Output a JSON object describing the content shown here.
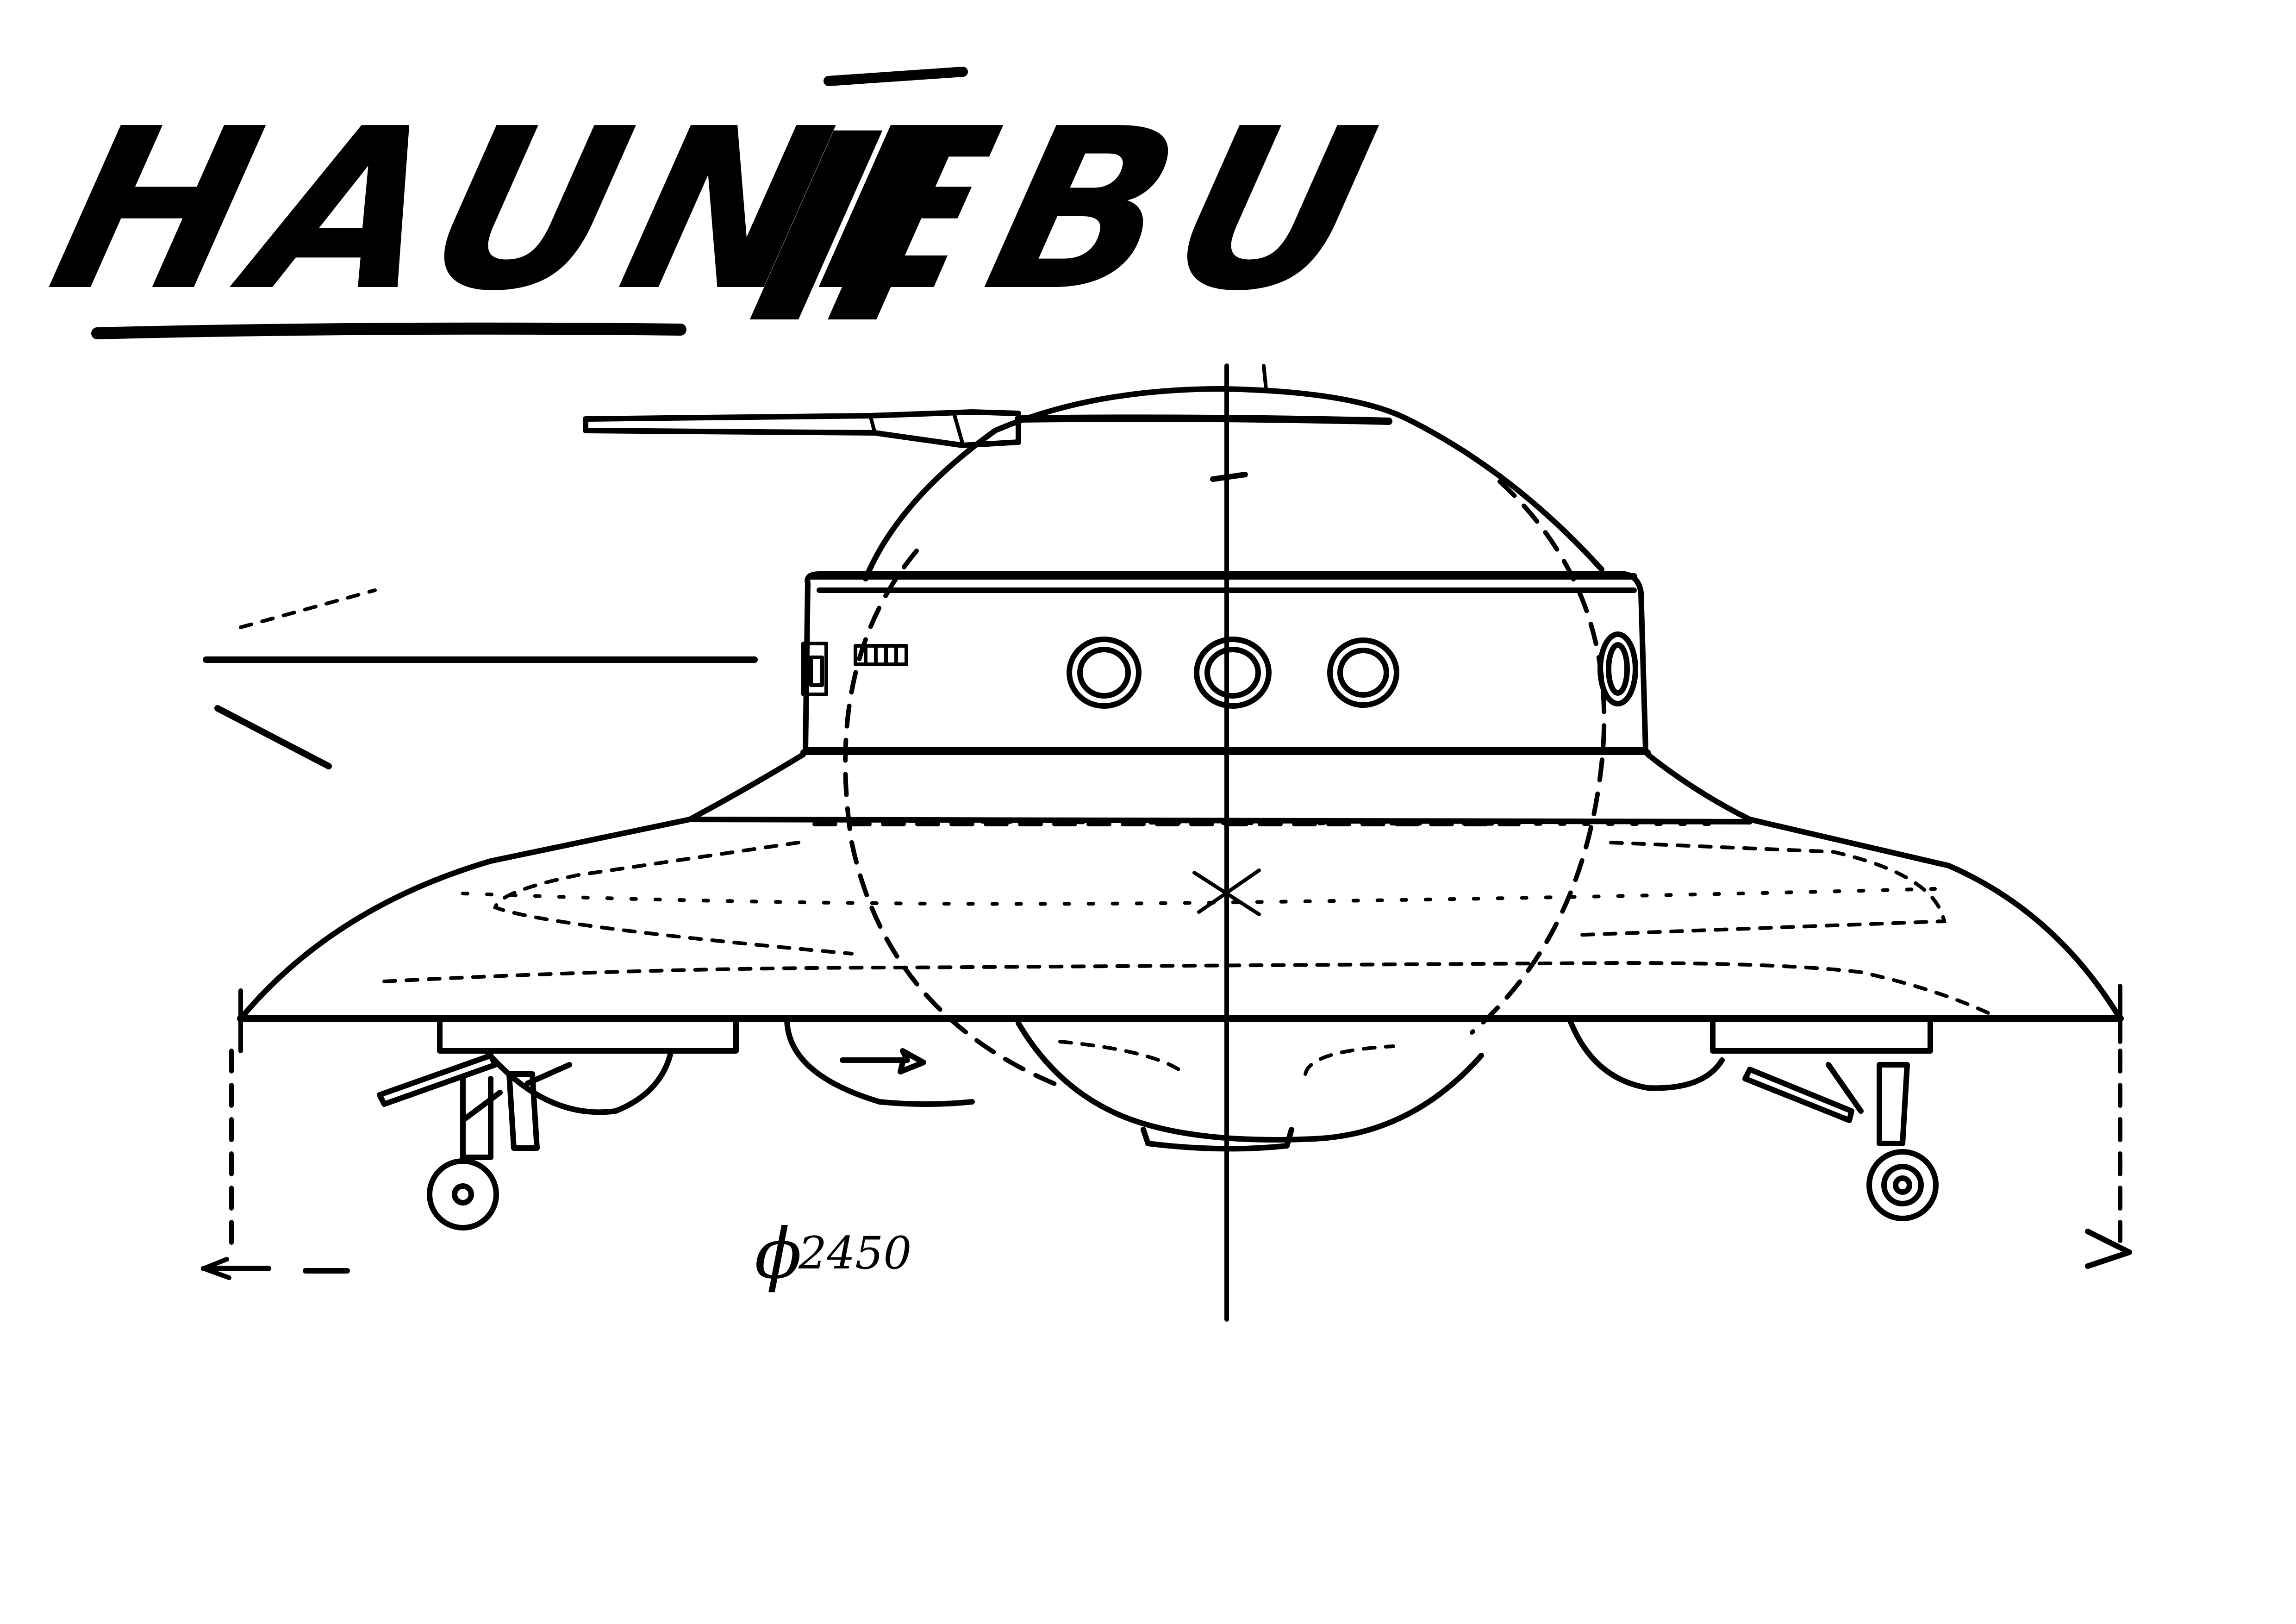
{
  "title": {
    "name": "HAUNEBU",
    "numeral": "II"
  },
  "dimension": {
    "symbol": "ϕ",
    "value": "2450"
  },
  "colors": {
    "ink": "#000000",
    "paper": "#ffffff"
  }
}
